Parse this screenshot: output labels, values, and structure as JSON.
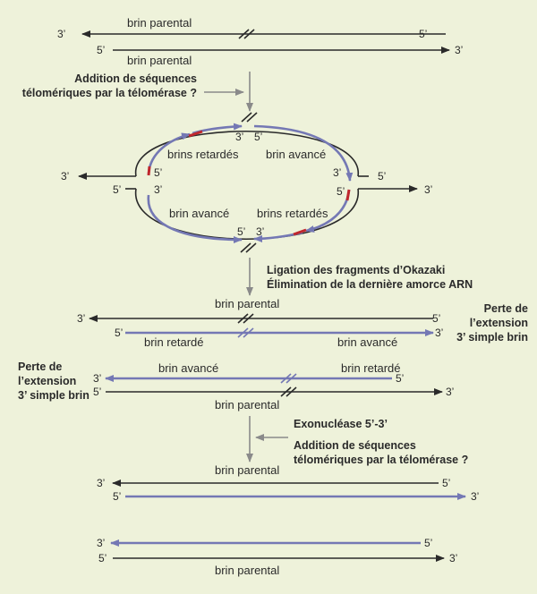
{
  "labels": {
    "brin_parental": "brin parental",
    "brin_avance": "brin avancé",
    "brin_retarde": "brin retardé",
    "brins_retardes": "brins retardés",
    "three_prime": "3’",
    "five_prime": "5’"
  },
  "steps": {
    "telomerase_q_line1": "Addition de séquences",
    "telomerase_q_line2": "télomériques par la télomérase ?",
    "ligation_line1": "Ligation des fragments d’Okazaki",
    "ligation_line2": "Élimination de la dernière amorce ARN",
    "loss_line1": "Perte de",
    "loss_line2": "l’extension",
    "loss_line3": "3’ simple brin",
    "exonuclease": "Exonucléase 5’-3’",
    "addition_line1": "Addition de séquences",
    "addition_line2": "télomériques par la télomérase ?"
  },
  "colors": {
    "parental": "#2a2a2a",
    "new_strand": "#7478b4",
    "primer": "#c0272d",
    "arrow": "#8a8a8a",
    "background": "#eef2da"
  }
}
